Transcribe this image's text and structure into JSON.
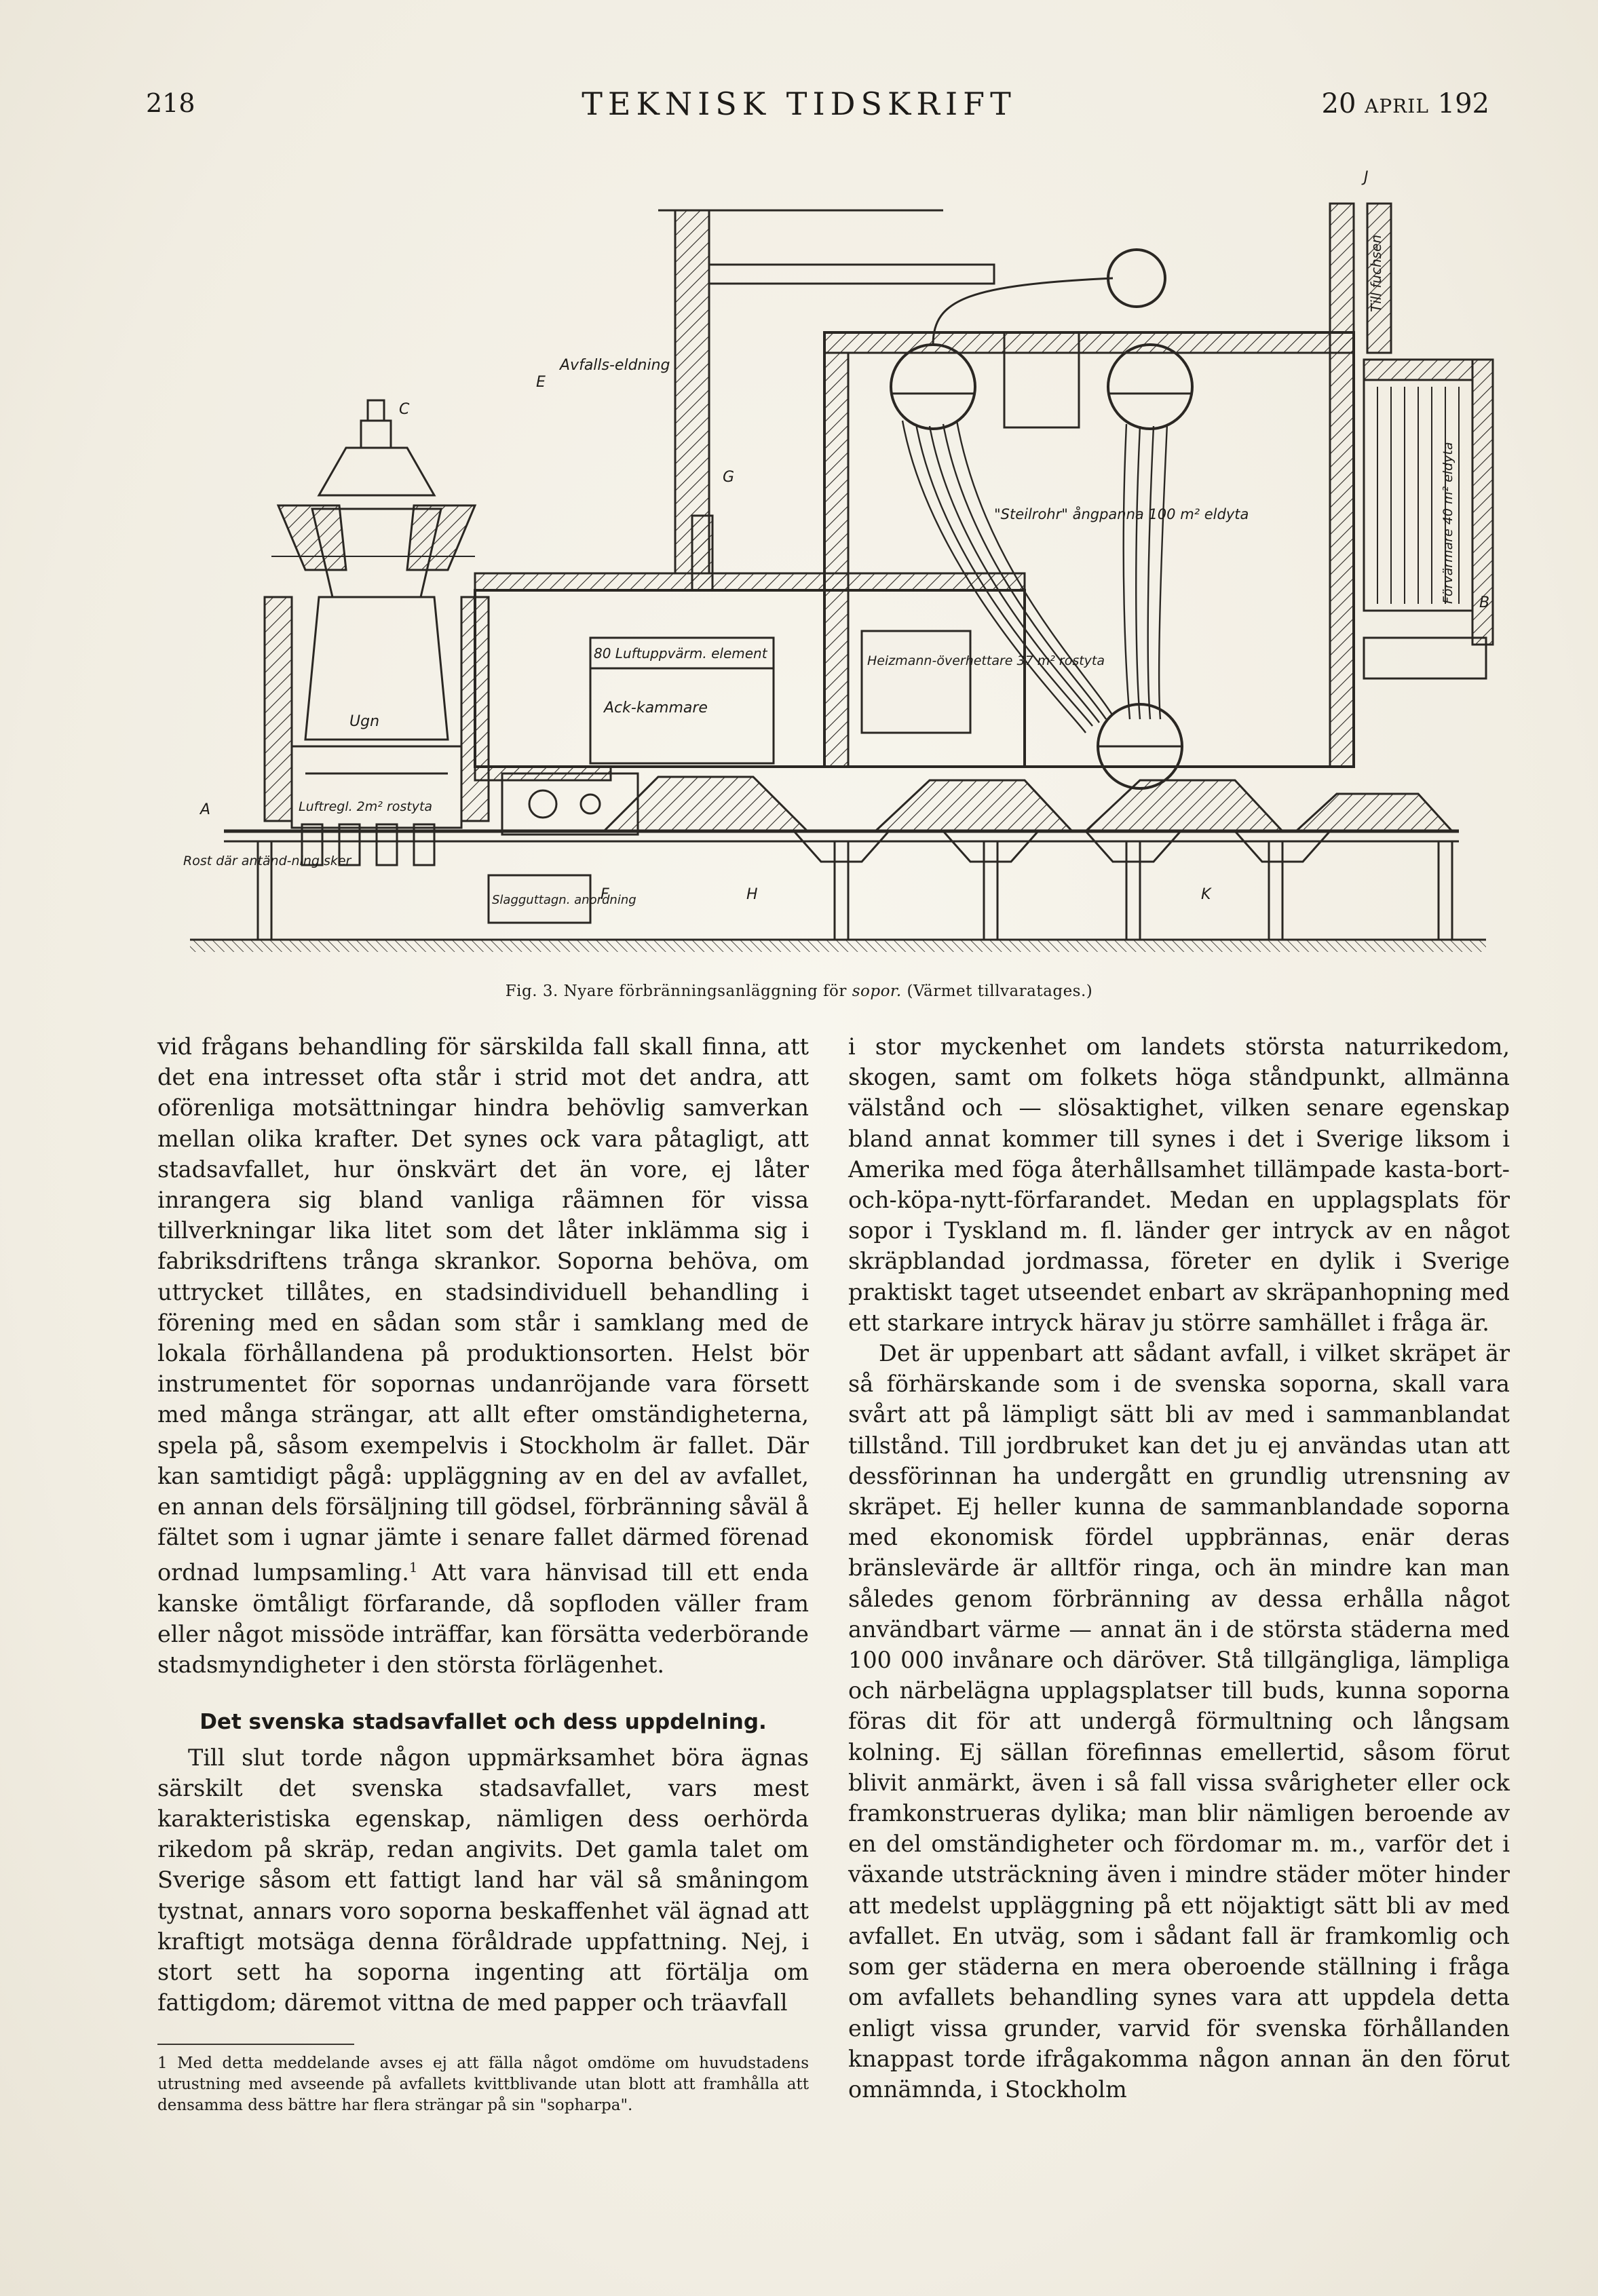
{
  "header": {
    "page_number": "218",
    "journal": "TEKNISK TIDSKRIFT",
    "date_day": "20",
    "date_month": "APRIL",
    "date_year": "192"
  },
  "figure": {
    "labels": {
      "c": "C",
      "e": "E",
      "avfalls_eldning": "Avfalls-eldning",
      "g": "G",
      "j": "J",
      "till_fuchsen": "Till fuchsen",
      "steilrohr": "\"Steilrohr\" ångpanna 100 m² eldyta",
      "varmeforbrukare": "Förvärmare 40 m² eldyta",
      "b": "B",
      "luftuppvarm": "80 Luftuppvärm. element",
      "ack_kammare": "Ack-kammare",
      "heizmann": "Heizmann-överhettare 37 m² rostyta",
      "ugn": "Ugn",
      "luftregn": "Luftregl. 2m² rostyta",
      "a": "A",
      "rost_antandning": "Rost där antänd-ning sker",
      "slagg": "Slagguttagn. anordning",
      "f": "F",
      "h": "H",
      "k": "K"
    },
    "caption_prefix": "Fig. 3.  Nyare förbränningsanläggning för ",
    "caption_italic": "sopor.",
    "caption_suffix": "  (Värmet tillvaratages.)"
  },
  "left_column": {
    "p1": "vid frågans behandling för särskilda fall skall finna, att det ena intresset ofta står i strid mot det andra, att oförenliga motsättningar hindra behövlig samverkan mellan olika krafter. Det synes ock vara påtagligt, att stadsavfallet, hur önskvärt det än vore, ej låter inrangera sig bland vanliga råämnen för vissa tillverkningar lika litet som det låter inklämma sig i fabriksdriftens trånga skrankor. Soporna behöva, om uttrycket tillåtes, en stadsindividuell behandling i förening med en sådan som står i samklang med de lokala förhållandena på produktionsorten. Helst bör instrumentet för sopornas undanröjande vara försett med många strängar, att allt efter omständigheterna, spela på, såsom exempelvis i Stockholm är fallet. Där kan samtidigt pågå: uppläggning av en del av avfallet, en annan dels försäljning till gödsel, förbränning såväl å fältet som i ugnar jämte i senare fallet därmed förenad ordnad lumpsamling.",
    "p1_sup": "1",
    "p1_end": " Att vara hänvisad till ett enda kanske ömtåligt förfarande, då sopfloden väller fram eller något missöde inträffar, kan försätta vederbörande stadsmyndigheter i den största förlägenhet.",
    "heading": "Det svenska stadsavfallet och dess uppdelning.",
    "p2": "Till slut torde någon uppmärksamhet böra ägnas särskilt det svenska stadsavfallet, vars mest karakteristiska egenskap, nämligen dess oerhörda rikedom på skräp, redan angivits. Det gamla talet om Sverige såsom ett fattigt land har väl så småningom tystnat, annars voro soporna beskaffenhet väl ägnad att kraftigt motsäga denna föråldrade uppfattning. Nej, i stort sett ha soporna ingenting att förtälja om fattigdom; däremot vittna de med papper och träavfall",
    "footnote": "1 Med detta meddelande avses ej att fälla något omdöme om huvudstadens utrustning med avseende på avfallets kvittblivande utan blott att framhålla att densamma dess bättre har flera strängar på sin \"sopharpa\"."
  },
  "right_column": {
    "p1": "i stor myckenhet om landets största naturrikedom, skogen, samt om folkets höga ståndpunkt, allmänna välstånd och — slösaktighet, vilken senare egenskap bland annat kommer till synes i det i Sverige liksom i Amerika med föga återhållsamhet tillämpade kasta-bort-och-köpa-nytt-förfarandet. Medan en upplagsplats för sopor i Tyskland m. fl. länder ger intryck av en något skräpblandad jordmassa, företer en dylik i Sverige praktiskt taget utseendet enbart av skräpanhopning med ett starkare intryck härav ju större samhället i fråga är.",
    "p2": "Det är uppenbart att sådant avfall, i vilket skräpet är så förhärskande som i de svenska soporna, skall vara svårt att på lämpligt sätt bli av med i sammanblandat tillstånd. Till jordbruket kan det ju ej användas utan att dessförinnan ha undergått en grundlig utrensning av skräpet. Ej heller kunna de sammanblandade soporna med ekonomisk fördel uppbrännas, enär deras bränslevärde är alltför ringa, och än mindre kan man således genom förbränning av dessa erhålla något användbart värme — annat än i de största städerna med 100 000 invånare och däröver. Stå tillgängliga, lämpliga och närbelägna upplagsplatser till buds, kunna soporna föras dit för att undergå förmultning och långsam kolning. Ej sällan förefinnas emellertid, såsom förut blivit anmärkt, även i så fall vissa svårigheter eller ock framkonstrueras dylika; man blir nämligen beroende av en del omständigheter och fördomar m. m., varför det i växande utsträckning även i mindre städer möter hinder att medelst uppläggning på ett nöjaktigt sätt bli av med avfallet. En utväg, som i sådant fall är framkomlig och som ger städerna en mera oberoende ställning i fråga om avfallets behandling synes vara att uppdela detta enligt vissa grunder, varvid för svenska förhållanden knappast torde ifrågakomma någon annan än den förut omnämnda, i Stockholm"
  }
}
